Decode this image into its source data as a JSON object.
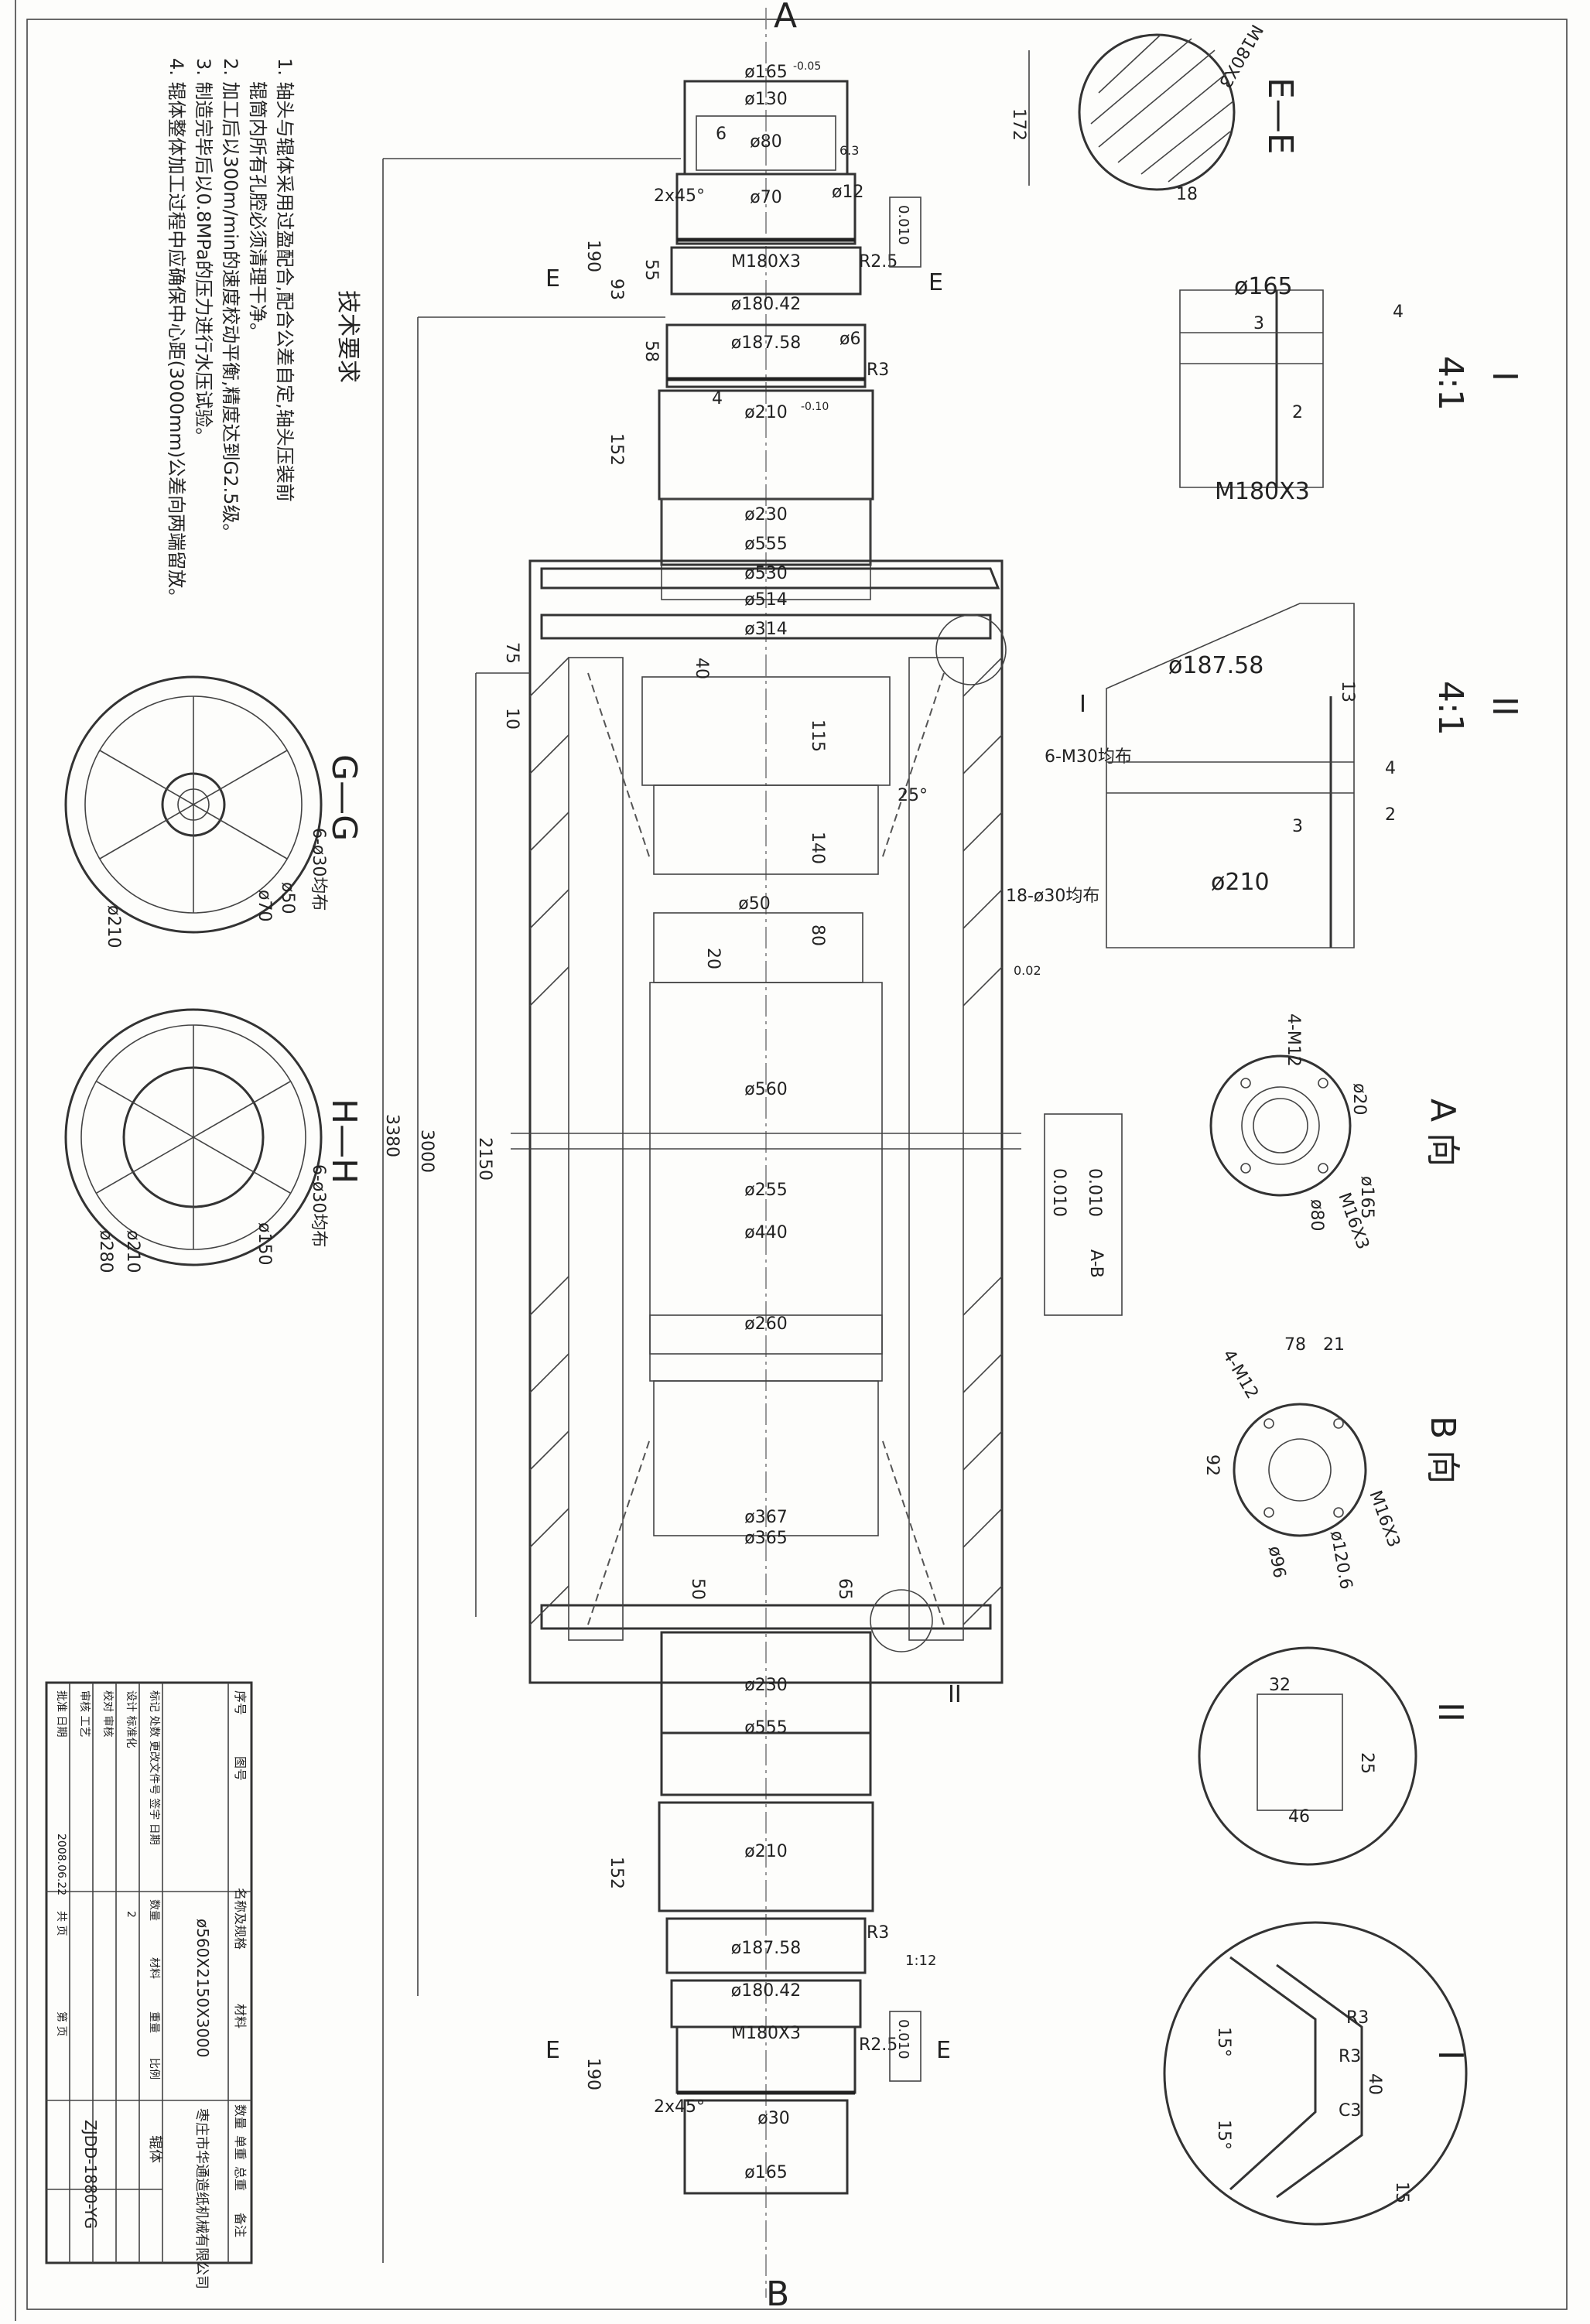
{
  "notes": {
    "title": "技术要求",
    "items": [
      "1. 轴头与辊体采用过盈配合,配合公差自定,轴头压装前",
      "辊筒内所有孔腔必须清理干净。",
      "2. 加工后以300m/min的速度校动平衡,精度达到G2.5级。",
      "3. 制造完毕后以0.8MPa的压力进行水压试验。",
      "4. 辊体整体加工过程中应确保中心距(3000mm)公差向两端留放。"
    ]
  },
  "views": {
    "arrow_a": "A",
    "arrow_b": "B",
    "section_ee": "E—E",
    "section_gg": "G—G",
    "section_hh": "H—H",
    "detail_i_top": "I",
    "detail_i_scale": "4:1",
    "detail_ii_top": "II",
    "detail_ii_scale": "4:1",
    "view_a": "A 向",
    "view_b": "B 向",
    "detail_ii_right": "II",
    "detail_i_right": "I",
    "cut_e": "E",
    "marker_i": "I",
    "marker_ii": "II"
  },
  "shaft_dims": {
    "top_d165": "ø165",
    "top_tol165": "-0.05",
    "d130": "ø130",
    "d80": "ø80",
    "d70": "ø70",
    "d12": "ø12",
    "m180": "M180X3",
    "d180_42": "ø180.42",
    "d187_58": "ø187.58",
    "d6": "ø6",
    "r3": "R3",
    "r2_5": "R2.5",
    "d210": "ø210",
    "d210_tol": "-0.10",
    "chamfer": "2x45°",
    "six": "6",
    "four": "4",
    "d230": "ø230",
    "d555": "ø555",
    "d530": "ø530",
    "d514": "ø514",
    "d314": "ø314",
    "d560": "ø560",
    "d255": "ø255",
    "d440": "ø440",
    "d260": "ø260",
    "d367": "ø367",
    "d365": "ø365",
    "d50": "ø50",
    "d30": "ø30",
    "len190": "190",
    "len93": "93",
    "len55": "55",
    "len58": "58",
    "len152": "152",
    "len75": "75",
    "len10": "10",
    "len40": "40",
    "len115": "115",
    "len140": "140",
    "len80": "80",
    "len20": "20",
    "len50": "50",
    "len65": "65",
    "len2150": "2150",
    "len3000": "3000",
    "len3380": "3380",
    "ang25": "25°",
    "holes_m30": "6-M30均布",
    "holes_18": "18-ø30均布",
    "rough": "6.3",
    "tol_runout_top": "0.010",
    "tol_flat": "0.02",
    "tol_cyl": "0.010",
    "tol_cyl2": "0.010",
    "tol_ref": "A-B",
    "tol_slope": "1:12",
    "tol_bottom": "0.010"
  },
  "section_dims": {
    "ee_172": "172",
    "ee_18": "18",
    "ee_m": "M180X3",
    "gg_holes": "6-ø30均布",
    "gg_d50": "ø50",
    "gg_d70": "ø70",
    "gg_d210": "ø210",
    "hh_holes": "6-ø30均布",
    "hh_d150": "ø150",
    "hh_d210": "ø210",
    "hh_d280": "ø280"
  },
  "detail_dims": {
    "i_d165": "ø165",
    "i_m": "M180X3",
    "i_3": "3",
    "i_4": "4",
    "i_2": "2",
    "ii_d187": "ø187.58",
    "ii_d210": "ø210",
    "ii_13": "13",
    "ii_4": "4",
    "ii_2": "2",
    "ii_3": "3",
    "a_4m12": "4-M12",
    "a_d20": "ø20",
    "a_d165": "ø165",
    "a_d80": "ø80",
    "a_m16": "M16X3",
    "b_4m12": "4-M12",
    "b_78": "78",
    "b_21": "21",
    "b_92": "92",
    "b_m16": "M16X3",
    "b_d120": "ø120.6",
    "b_d96": "ø96",
    "ii_32": "32",
    "ii_25": "25",
    "ii_46": "46",
    "i_r3a": "R3",
    "i_r3b": "R3",
    "i_c3": "C3",
    "i_15a": "15°",
    "i_15b": "15°",
    "i_40": "40",
    "i_15c": "15"
  },
  "title_block": {
    "company": "枣庄市华通造纸机械有限公司",
    "product": "ø560X2150X3000",
    "part": "辊体",
    "drawing_no": "ZJDD-1880-YG",
    "date": "2008.06.22",
    "h_seq": "序号",
    "h_code": "图号",
    "h_name": "名称及规格",
    "h_material": "材料",
    "h_qty": "数量",
    "h_weight": "单重",
    "h_total": "总重",
    "h_note": "备注",
    "r_mark": "标记 处数 更改文件号 签字 日期",
    "r_design": "设计 标准化",
    "r_check": "校对 审核",
    "r_review": "审核 工艺",
    "r_approve": "批准 日期",
    "qty_label": "数量",
    "mat_label": "材料",
    "wt_label": "重量",
    "scale_label": "比例",
    "qty_val": "2",
    "sheet_total": "共 页",
    "sheet_no": "第 页"
  }
}
